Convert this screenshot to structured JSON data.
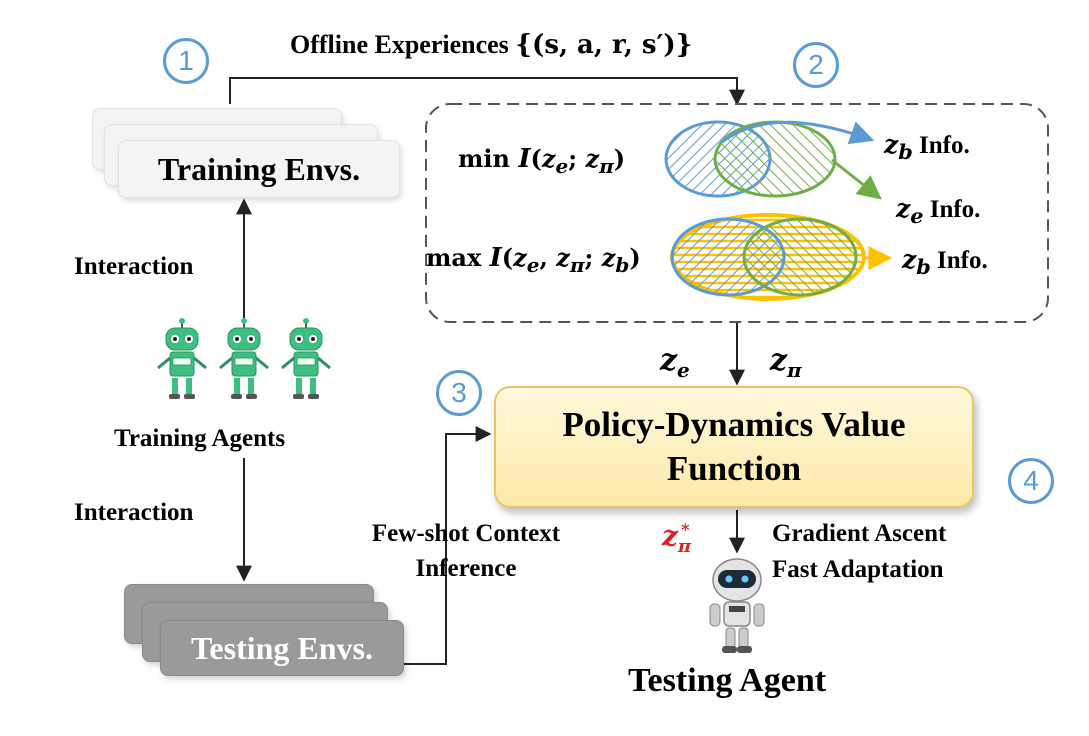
{
  "labels": {
    "offline_title": "Offline Experiences",
    "offline_set": "{(s, a, r, s′)}",
    "training_envs": "Training Envs.",
    "testing_envs": "Testing Envs.",
    "interaction_top": "Interaction",
    "interaction_bottom": "Interaction",
    "training_agents": "Training Agents",
    "few_shot_line1": "Few-shot Context",
    "few_shot_line2": "Inference",
    "pdvf_line1": "Policy-Dynamics Value",
    "pdvf_line2": "Function",
    "gradient_line1": "Gradient Ascent",
    "gradient_line2": "Fast Adaptation",
    "testing_agent": "Testing Agent"
  },
  "steps": [
    "1",
    "2",
    "3",
    "4"
  ],
  "math": {
    "min_op": "min",
    "min_term": "I(z",
    "max_op": "max",
    "info_word": "Info.",
    "ze_sym": "z",
    "ze_sub": "e",
    "zpi_sym": "z",
    "zpi_sub": "π",
    "zb_sym": "z",
    "zb_sub": "b",
    "zpi_star_sym": "z",
    "zpi_star_sub": "π",
    "zpi_star_sup": "*"
  },
  "colors": {
    "step_circle": "#5b9bd5",
    "blue_set": "#5b9bd5",
    "green_set": "#70ad47",
    "orange_set": "#ffc000",
    "pdvf_fill": "#fde9a8",
    "zpi_star": "#e02020",
    "robot_green": "#3fbf7f"
  }
}
